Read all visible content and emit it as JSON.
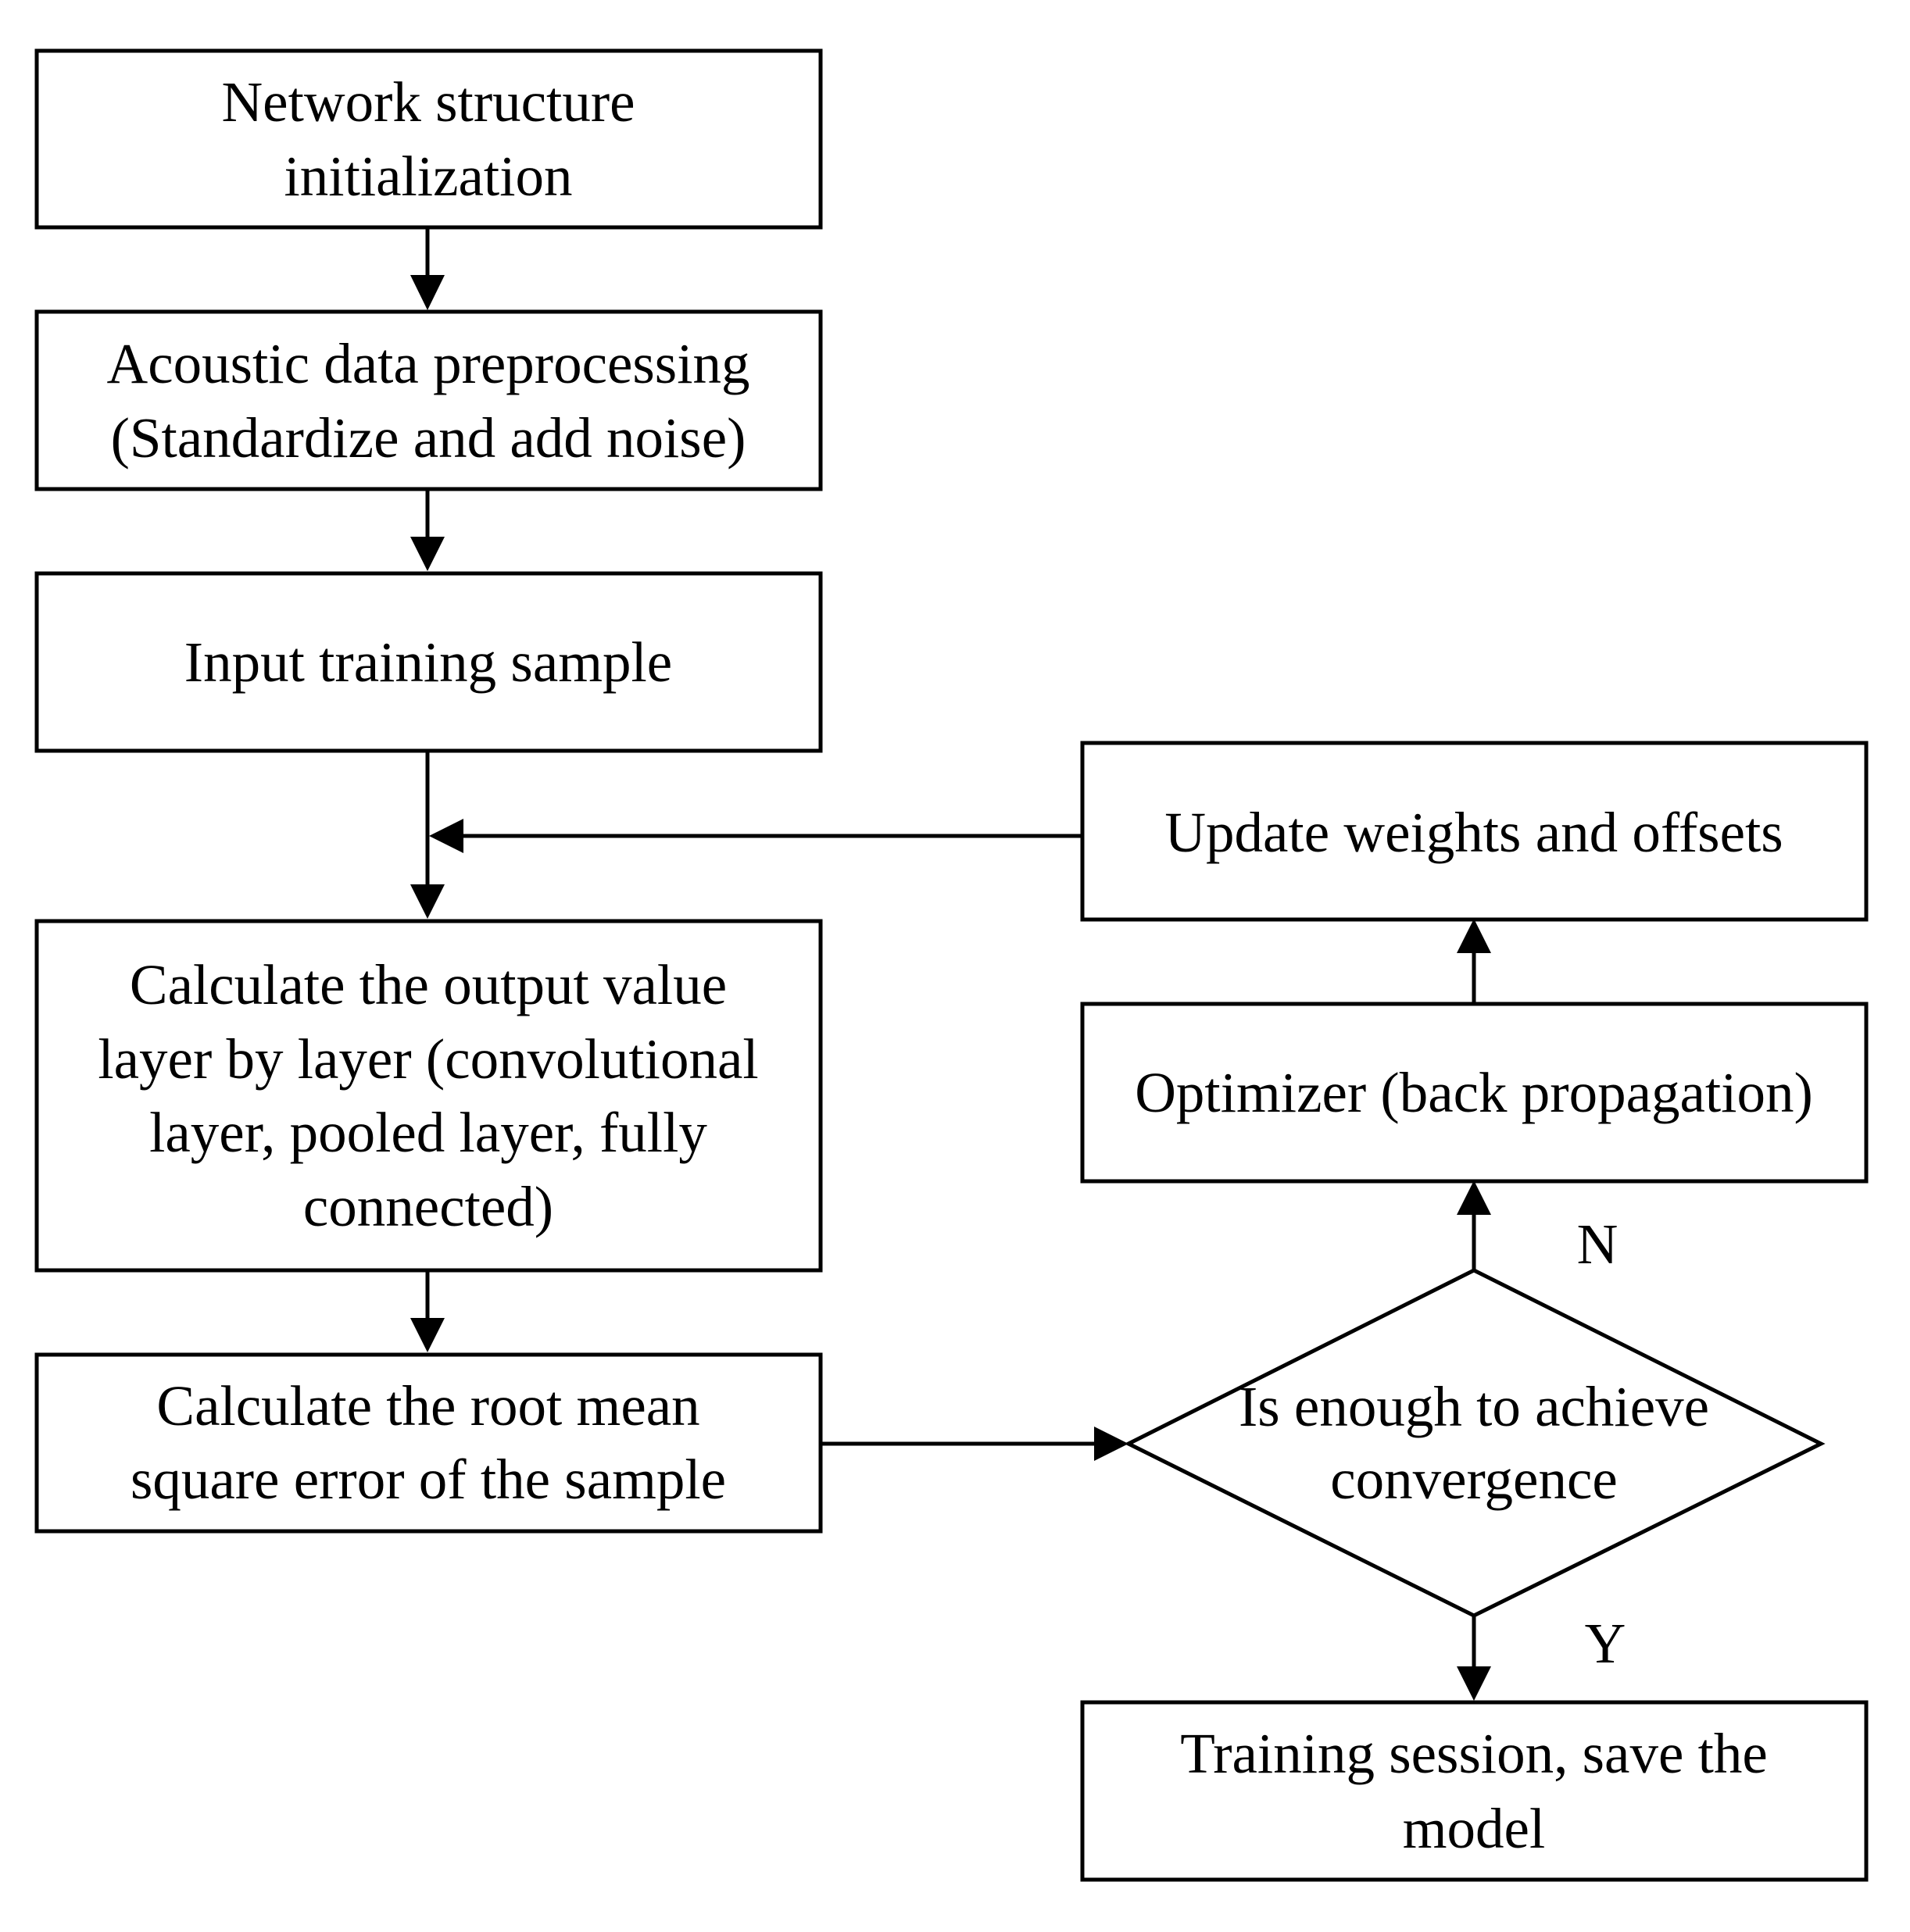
{
  "nodes": {
    "init": {
      "lines": [
        "Network structure",
        "initialization"
      ]
    },
    "preprocess": {
      "lines": [
        "Acoustic data preprocessing",
        "(Standardize and add noise)"
      ]
    },
    "input": {
      "lines": [
        "Input training sample"
      ]
    },
    "calc_output": {
      "lines": [
        "Calculate the output value",
        "layer by layer (convolutional",
        "layer, pooled layer, fully",
        "connected)"
      ]
    },
    "calc_rmse": {
      "lines": [
        "Calculate the root mean",
        "square error of the sample"
      ]
    },
    "decision": {
      "lines": [
        "Is enough to achieve",
        "convergence"
      ]
    },
    "optimizer": {
      "lines": [
        "Optimizer (back propagation)"
      ]
    },
    "update": {
      "lines": [
        "Update weights and offsets"
      ]
    },
    "save": {
      "lines": [
        "Training session, save the",
        "model"
      ]
    }
  },
  "edge_labels": {
    "no": "N",
    "yes": "Y"
  },
  "colors": {
    "stroke": "#000000",
    "fill": "#ffffff",
    "background": "#ffffff"
  }
}
